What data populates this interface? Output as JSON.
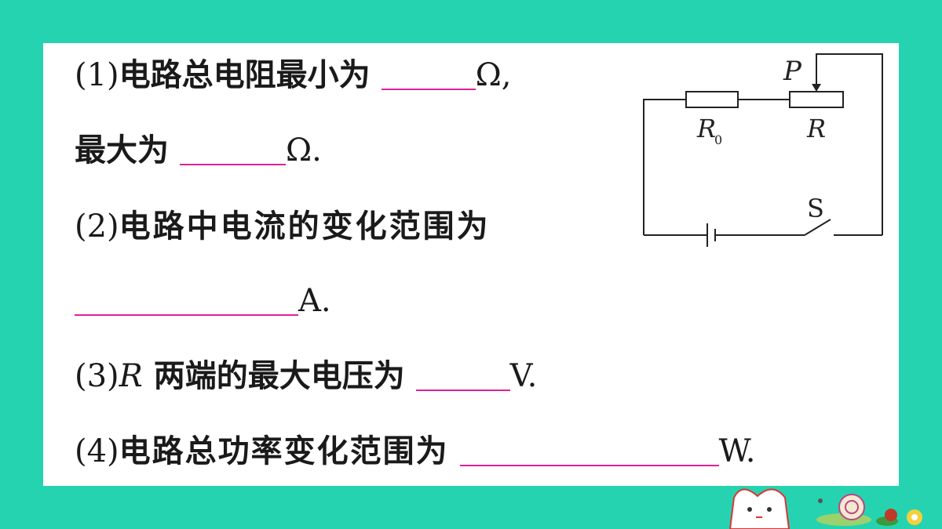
{
  "q1": {
    "label": "(1)",
    "text_a": "电路总电阻最小为",
    "unit_a": "Ω,",
    "text_b": "最大为",
    "unit_b": "Ω."
  },
  "q2": {
    "label": "(2)",
    "text": "电路中电流的变化范围为",
    "unit": "A."
  },
  "q3": {
    "label": "(3)",
    "var": "R",
    "text": " 两端的最大电压为",
    "unit": "V."
  },
  "q4": {
    "label": "(4)",
    "text": "电路总功率变化范围为",
    "unit": "W."
  },
  "circuit": {
    "label_p": "P",
    "label_r0": "R",
    "label_r0_sub": "0",
    "label_r": "R",
    "label_s": "S"
  },
  "colors": {
    "background": "#26d3b0",
    "blank_line": "#e0209a"
  }
}
